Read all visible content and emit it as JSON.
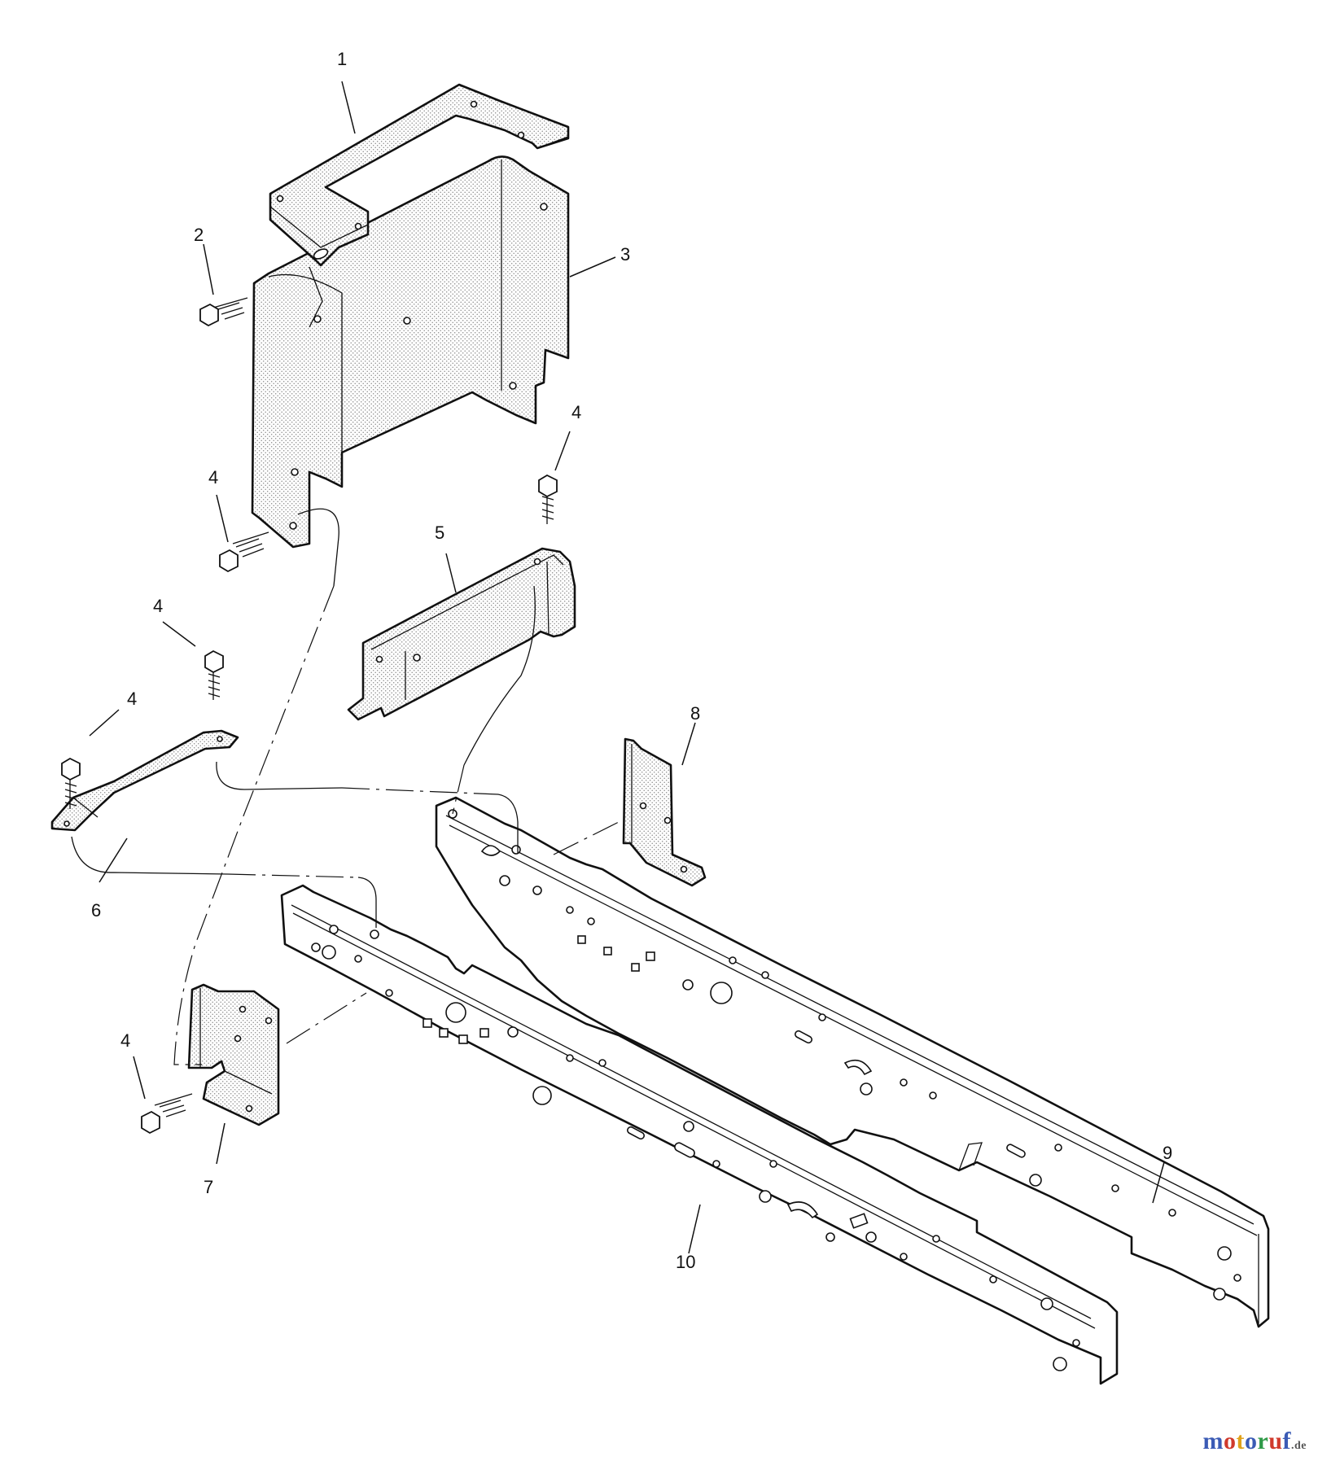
{
  "callouts": {
    "c1": "1",
    "c2": "2",
    "c3": "3",
    "c4a": "4",
    "c4b": "4",
    "c4c": "4",
    "c4d": "4",
    "c4e": "4",
    "c5": "5",
    "c6": "6",
    "c7": "7",
    "c8": "8",
    "c9": "9",
    "c10": "10"
  },
  "brand": {
    "letters": [
      "m",
      "o",
      "t",
      "o",
      "r",
      "u",
      "f"
    ],
    "suffix": ".de",
    "colors": [
      "#3b5bb5",
      "#d03a2c",
      "#e0a21b",
      "#3b5bb5",
      "#2f9a48",
      "#d03a2c",
      "#3b5bb5"
    ]
  }
}
